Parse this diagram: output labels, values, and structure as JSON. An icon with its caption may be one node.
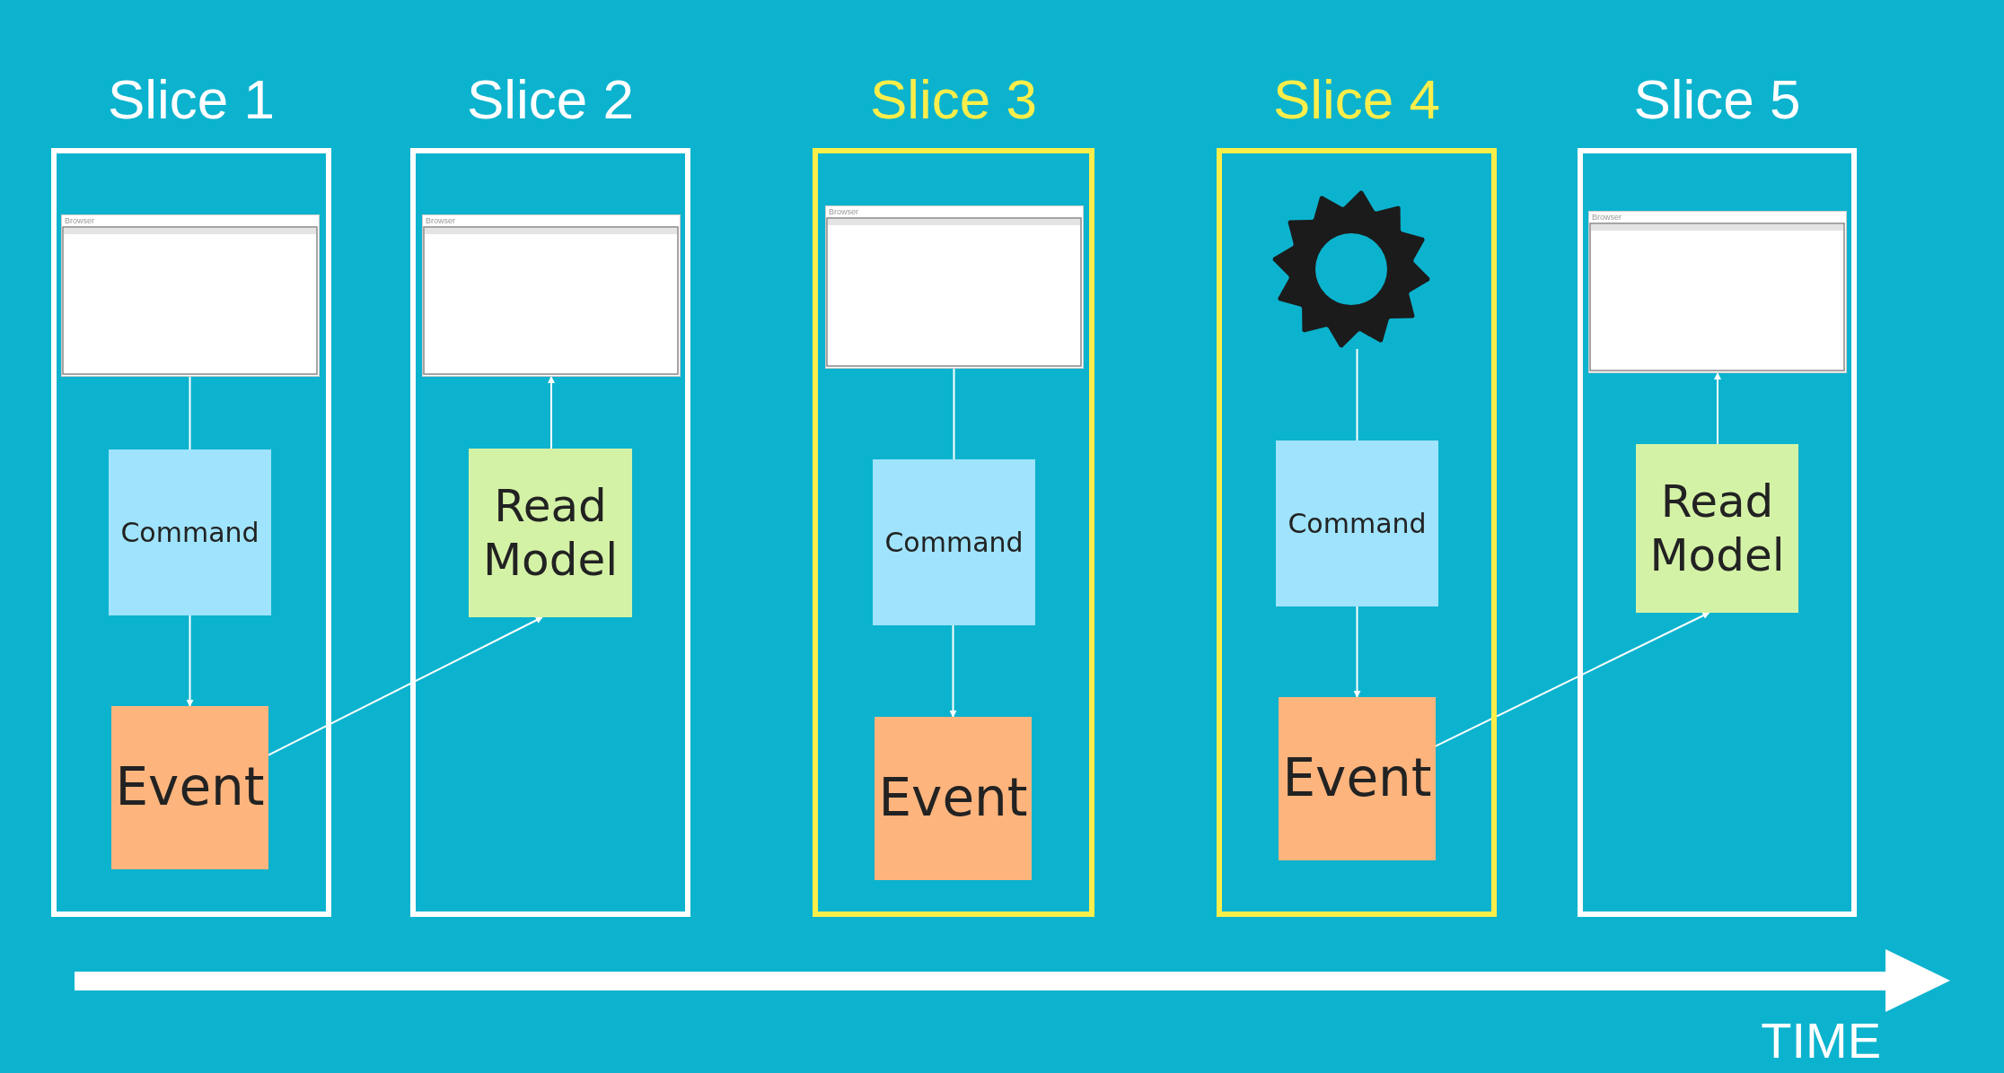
{
  "diagram": {
    "nodes": [
      {
        "text": [
          "Slice 1"
        ]
      },
      {
        "text": [
          "Browser"
        ],
        "in": 0
      },
      {
        "text": [
          "Command"
        ],
        "in": 0
      },
      {
        "text": [
          "Event"
        ],
        "in": 0
      },
      {
        "text": [
          "Slice 2"
        ]
      },
      {
        "text": [
          "Browser"
        ],
        "in": 4
      },
      {
        "text": [
          "Read Model"
        ],
        "in": 4
      },
      {
        "text": [
          "Slice 3"
        ]
      },
      {
        "text": [
          "Browser"
        ],
        "in": 7
      },
      {
        "text": [
          "Command"
        ],
        "in": 7
      },
      {
        "text": [
          "Event"
        ],
        "in": 7
      },
      {
        "text": [
          "Slice 4"
        ]
      },
      {
        "text": [],
        "shape": "picture",
        "in": 11
      },
      {
        "text": [
          "Command"
        ],
        "in": 11
      },
      {
        "text": [
          "Event"
        ],
        "in": 11
      },
      {
        "text": [
          "Slice 5"
        ]
      },
      {
        "text": [
          "Browser"
        ],
        "in": 15
      },
      {
        "text": [
          "Read Model"
        ],
        "in": 15
      }
    ],
    "edges": [
      {
        "from": 1,
        "to": 2,
        "arrow": "none"
      },
      {
        "from": 2,
        "to": 3,
        "arrow": "to"
      },
      {
        "from": 3,
        "to": 6,
        "arrow": "to"
      },
      {
        "from": 6,
        "to": 5,
        "arrow": "to"
      },
      {
        "from": 8,
        "to": 9,
        "arrow": "none"
      },
      {
        "from": 9,
        "to": 10,
        "arrow": "to"
      },
      {
        "from": 12,
        "to": 13,
        "arrow": "none"
      },
      {
        "from": 13,
        "to": 14,
        "arrow": "to"
      },
      {
        "from": 14,
        "to": 17,
        "arrow": "to"
      },
      {
        "from": 17,
        "to": 16,
        "arrow": "to"
      }
    ],
    "labels": [
      "TIME"
    ]
  }
}
